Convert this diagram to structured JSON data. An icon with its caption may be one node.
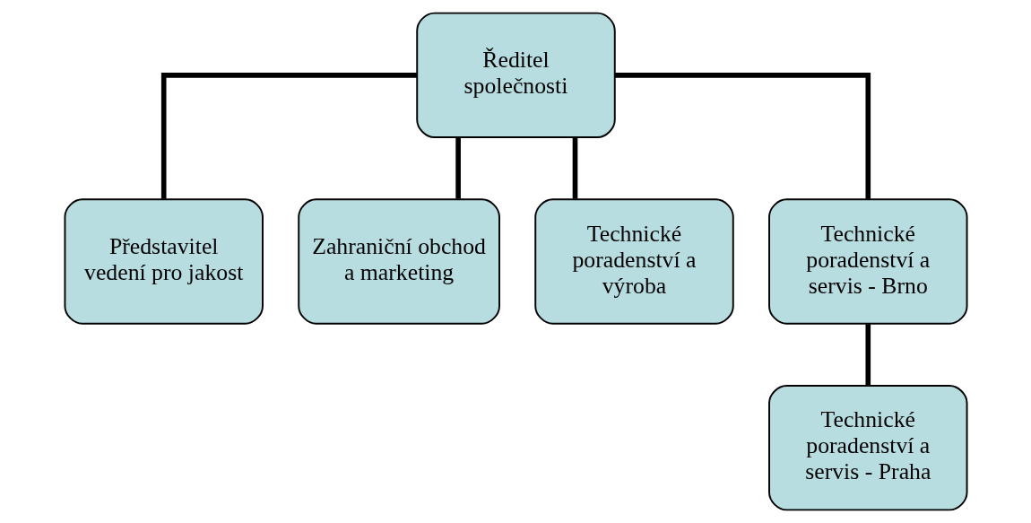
{
  "diagram": {
    "nodes": [
      {
        "text": [
          "Ředitel společnosti"
        ]
      },
      {
        "text": [
          "Představitel vedení pro jakost"
        ]
      },
      {
        "text": [
          "Zahraniční obchod a marketing"
        ]
      },
      {
        "text": [
          "Technické poradenství a výroba"
        ]
      },
      {
        "text": [
          "Technické poradenství a servis - Brno"
        ]
      },
      {
        "text": [
          "Technické poradenství a servis - Praha"
        ]
      }
    ],
    "edges": [
      {
        "from": 0,
        "to": 1,
        "arrow": "none"
      },
      {
        "from": 0,
        "to": 2,
        "arrow": "none"
      },
      {
        "from": 0,
        "to": 3,
        "arrow": "none"
      },
      {
        "from": 0,
        "to": 4,
        "arrow": "none"
      },
      {
        "from": 4,
        "to": 5,
        "arrow": "none"
      }
    ]
  }
}
